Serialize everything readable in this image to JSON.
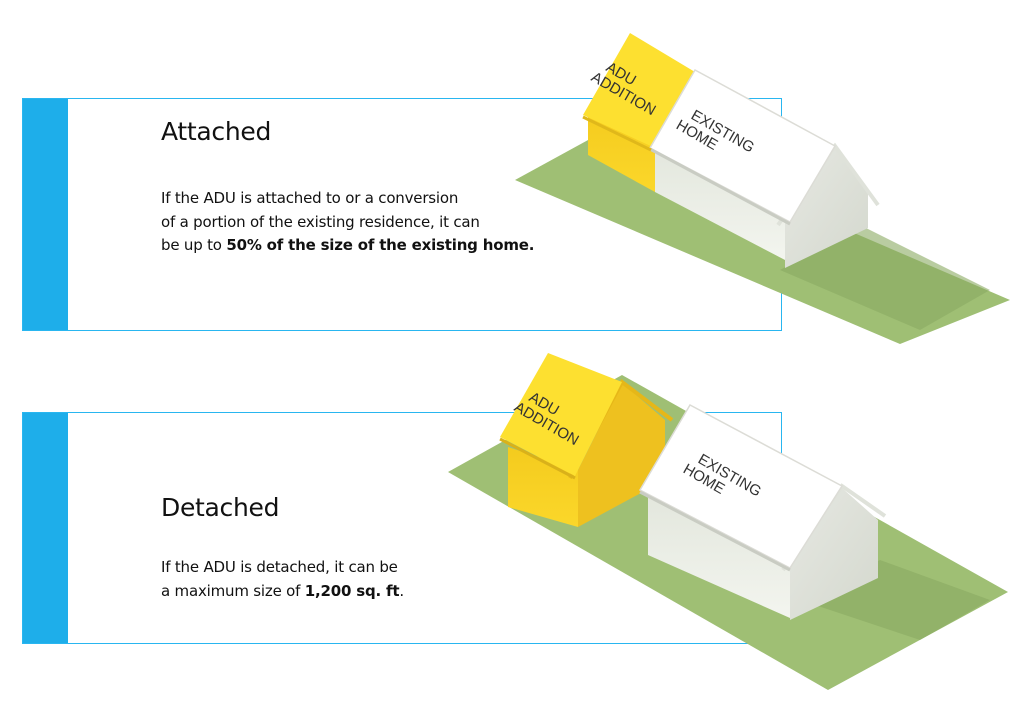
{
  "attached": {
    "title": "Attached",
    "desc_line1": "If the ADU is attached to or a conversion",
    "desc_line2": "of a portion of the existing residence, it can",
    "desc_line3_prefix": "be up to ",
    "desc_line3_bold": "50% of the size of the existing home.",
    "adu_label_1": "ADU",
    "adu_label_2": "ADDITION",
    "home_label_1": "EXISTING",
    "home_label_2": "HOME"
  },
  "detached": {
    "title": "Detached",
    "desc_line1": "If the ADU is detached, it can be",
    "desc_line2_prefix": "a maximum size of ",
    "desc_line2_bold": "1,200 sq. ft",
    "desc_line2_suffix": ".",
    "adu_label_1": "ADU",
    "adu_label_2": "ADDITION",
    "home_label_1": "EXISTING",
    "home_label_2": "HOME"
  },
  "colors": {
    "accent_blue": "#1eaeea",
    "lawn_green": "#9fbf74",
    "adu_yellow": "#fcd92c",
    "home_white": "#f4f5f1"
  }
}
